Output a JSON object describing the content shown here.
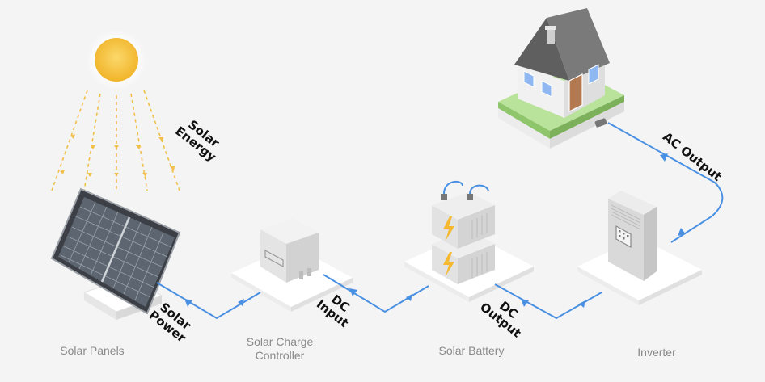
{
  "captions": {
    "solar_panels": "Solar Panels",
    "charge_controller_line1": "Solar Charge",
    "charge_controller_line2": "Controller",
    "solar_battery": "Solar Battery",
    "inverter": "Inverter"
  },
  "flows": {
    "solar_energy": [
      "Solar",
      "Energy"
    ],
    "solar_power": [
      "Solar",
      "Power"
    ],
    "dc_input": [
      "DC",
      "Input"
    ],
    "dc_output": [
      "DC",
      "Output"
    ],
    "ac_output": "AC Output"
  },
  "colors": {
    "background": "#f4f4f4",
    "wire": "#4a90e2",
    "sun": "#f5c242",
    "ray": "#f0c04a",
    "bolt": "#f5b82e",
    "grass": "#b9e39a",
    "roof": "#6b6b6b"
  },
  "icons": [
    "sun-icon",
    "solar-panel-icon",
    "charge-controller-icon",
    "battery-icon",
    "inverter-icon",
    "house-icon",
    "lightning-bolt-icon"
  ]
}
